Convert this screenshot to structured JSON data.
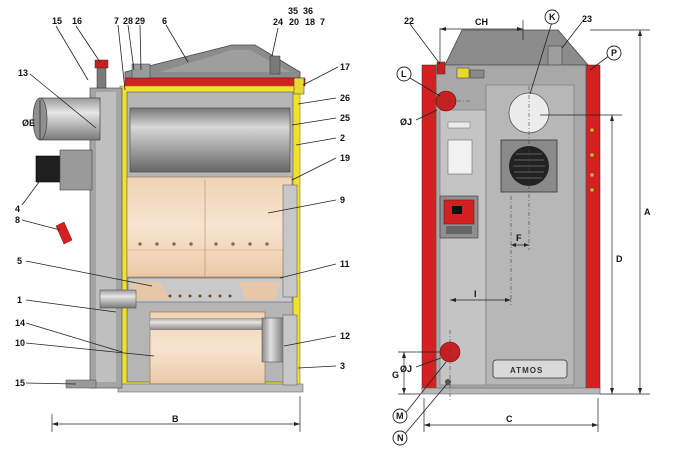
{
  "left_view": {
    "callouts_top": [
      "15",
      "16",
      "7",
      "28",
      "29",
      "6",
      "35",
      "36",
      "24",
      "20",
      "18",
      "7"
    ],
    "callouts_left": [
      "13",
      "ØE",
      "4",
      "8",
      "5",
      "1",
      "14",
      "10",
      "15"
    ],
    "callouts_right": [
      "17",
      "26",
      "25",
      "2",
      "19",
      "9",
      "11",
      "12",
      "3"
    ],
    "dimension_bottom": "B"
  },
  "right_view": {
    "callouts": [
      "22",
      "23",
      "L",
      "K",
      "P",
      "ØJ",
      "F",
      "I",
      "ØJ",
      "G",
      "M",
      "N"
    ],
    "dimensions": {
      "top": "CH",
      "right_outer": "A",
      "right_inner": "D",
      "bottom": "C"
    },
    "brand_plate": "ATMOS"
  },
  "colors": {
    "red": "#d42020",
    "yellow": "#f0e030",
    "grey": "#a8a8a8",
    "beige": "#f3d9bf",
    "dark_grey": "#707070"
  }
}
